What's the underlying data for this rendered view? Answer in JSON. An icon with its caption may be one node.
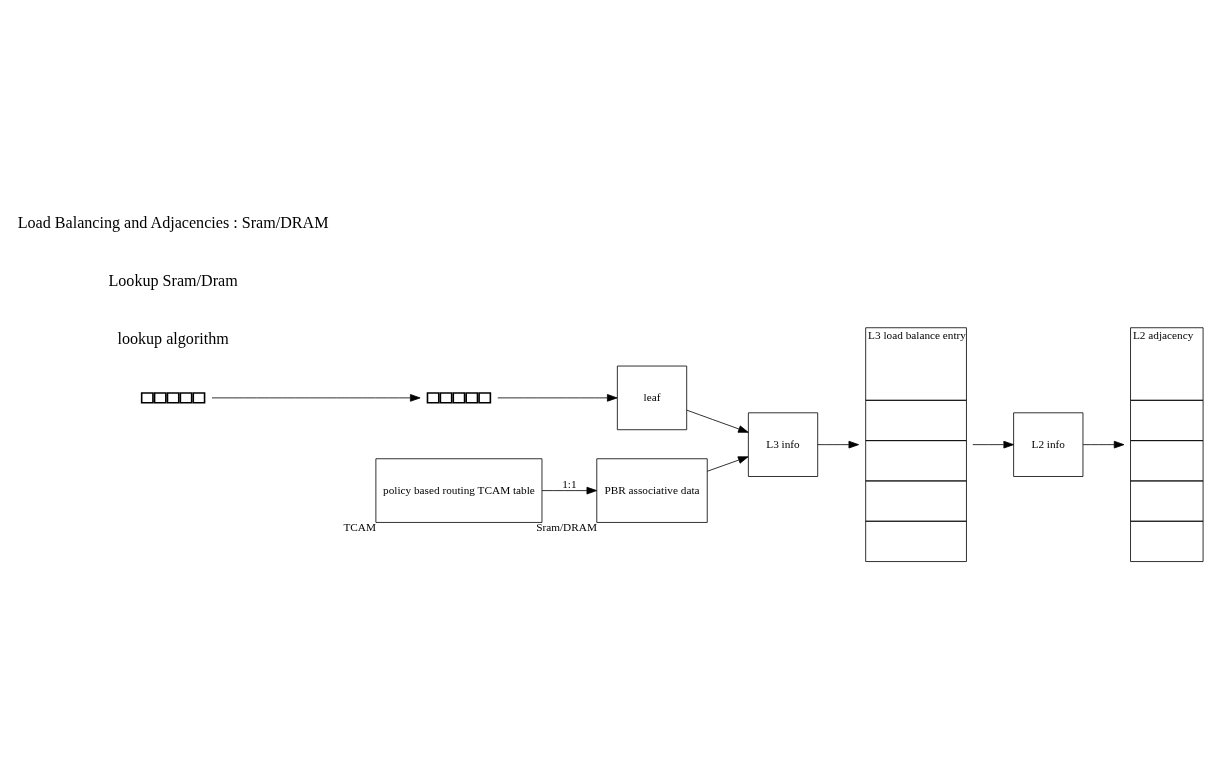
{
  "diagram": {
    "nodes": [
      {
        "text": [],
        "shape": "bar"
      },
      {
        "text": [],
        "shape": "bar"
      },
      {
        "text": [
          "leaf"
        ]
      },
      {
        "text": [
          "L3 info"
        ]
      },
      {
        "text": [
          "L3 load balance entry"
        ]
      },
      {
        "text": [
          "L2 info"
        ]
      },
      {
        "text": [
          "L2 adjacency"
        ]
      },
      {
        "text": [
          "policy based routing TCAM table"
        ],
        "beside": [
          "TCAM"
        ]
      },
      {
        "text": [
          "PBR associative data"
        ],
        "beside": [
          "Sram/DRAM"
        ]
      }
    ],
    "edges": [
      {
        "from": 0,
        "to": 1,
        "arrow": "to"
      },
      {
        "from": 1,
        "to": 2,
        "arrow": "to"
      },
      {
        "from": 2,
        "to": 3,
        "arrow": "to"
      },
      {
        "from": 3,
        "to": 4,
        "arrow": "to"
      },
      {
        "from": 4,
        "to": 5,
        "arrow": "to"
      },
      {
        "from": 5,
        "to": 6,
        "arrow": "to"
      },
      {
        "from": 7,
        "to": 8,
        "arrow": "to",
        "label": "1:1"
      },
      {
        "from": 8,
        "to": 3,
        "arrow": "to"
      }
    ],
    "labels": [
      "lookup algorithm",
      "Lookup Sram/Dram",
      "Load Balancing and Adjacencies : Sram/DRAM"
    ]
  }
}
